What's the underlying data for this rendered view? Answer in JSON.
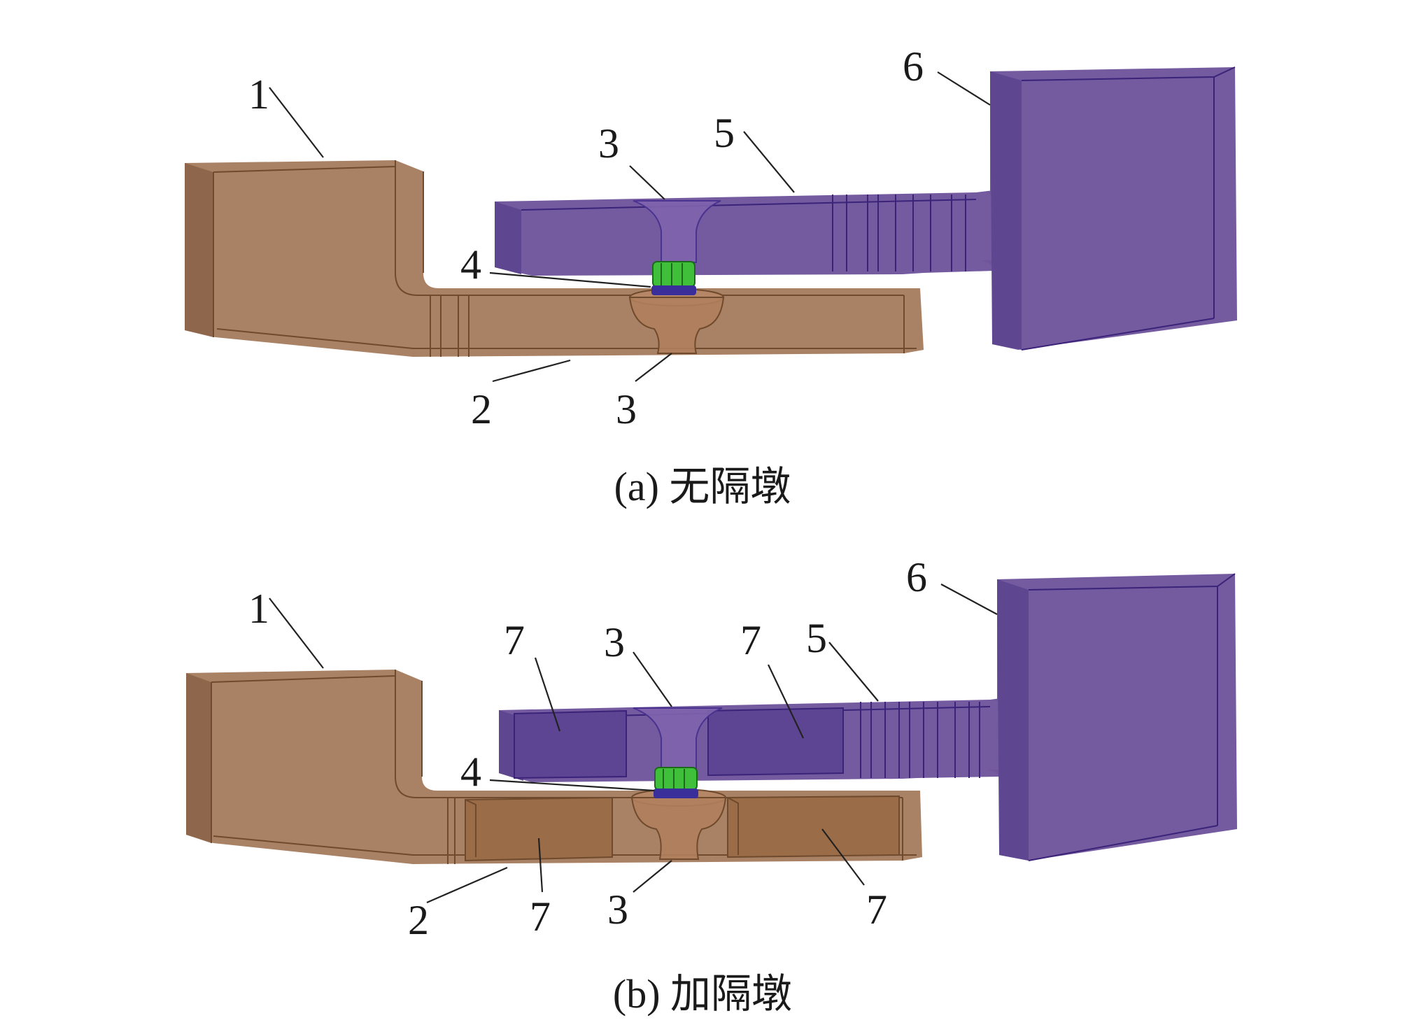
{
  "colors": {
    "inlet_brown": "#a47a5c",
    "inlet_brown_dark": "#8a6246",
    "outlet_purple": "#6f559c",
    "outlet_purple_light": "#7f64ad",
    "impeller_green": "#3fbf3a",
    "impeller_blue": "#3a2f9a",
    "background": "#ffffff"
  },
  "panels": [
    {
      "id": "a",
      "caption": "(a)  无隔墩",
      "labels": [
        "1",
        "2",
        "3",
        "3",
        "4",
        "5",
        "6"
      ]
    },
    {
      "id": "b",
      "caption": "(b)  加隔墩",
      "labels": [
        "1",
        "2",
        "3",
        "3",
        "4",
        "5",
        "6",
        "7",
        "7",
        "7",
        "7"
      ]
    }
  ]
}
